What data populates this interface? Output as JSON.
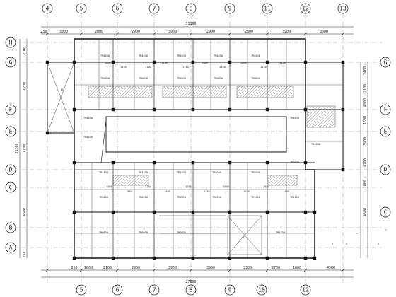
{
  "drawing": {
    "type": "architectural floor plan",
    "axes_top": [
      "4",
      "5",
      "6",
      "7",
      "8",
      "9",
      "11",
      "12",
      "13"
    ],
    "axes_bottom": [
      "5",
      "6",
      "7",
      "8",
      "9",
      "10",
      "12"
    ],
    "axes_left": [
      "H",
      "G",
      "F",
      "E",
      "D",
      "C",
      "B",
      "A"
    ],
    "axes_right": [
      "G",
      "F",
      "E",
      "D",
      "C"
    ],
    "dims_top": [
      "250",
      "3300",
      "2800",
      "2900",
      "3900",
      "2900",
      "2800",
      "3900",
      "3600"
    ],
    "dims_top_total": "31100",
    "dims_bottom": [
      "250",
      "1800",
      "2100",
      "2900",
      "3900",
      "3900",
      "3300",
      "2700",
      "1800",
      "4500"
    ],
    "dims_bottom_total": "27800",
    "dims_left": [
      "2100",
      "7200",
      "7700",
      "4500",
      "250"
    ],
    "dims_left_total": "21300",
    "dims_right": [
      "2400",
      "2100",
      "4800",
      "1500",
      "3900",
      "4700",
      "1800",
      "4500"
    ],
    "room_tags": [
      "7M4030",
      "7M4030",
      "7M4030",
      "7M4030",
      "7M4030",
      "TM0830",
      "TM0830",
      "TM0830",
      "TM0830",
      "TM0830",
      "TM4030",
      "TM4030",
      "TM4030",
      "TM4030",
      "TM1830",
      "TM1830",
      "TM1830",
      "TM2030",
      "TM2030",
      "TM2030",
      "TM0950",
      "TM0950",
      "TM0950",
      "TM1550",
      "TM1550",
      "TM0850",
      "TM0850",
      "TM0850",
      "7M1830",
      "7M1830"
    ],
    "small_dims": [
      "1400",
      "1150",
      "1100",
      "1150",
      "1150",
      "1400",
      "1150",
      "1400",
      "1150",
      "1550",
      "1400",
      "1550",
      "1150",
      "1400",
      "1550",
      "1150",
      "1400",
      "1150",
      "1550",
      "1400"
    ],
    "stair_label": "WC"
  }
}
